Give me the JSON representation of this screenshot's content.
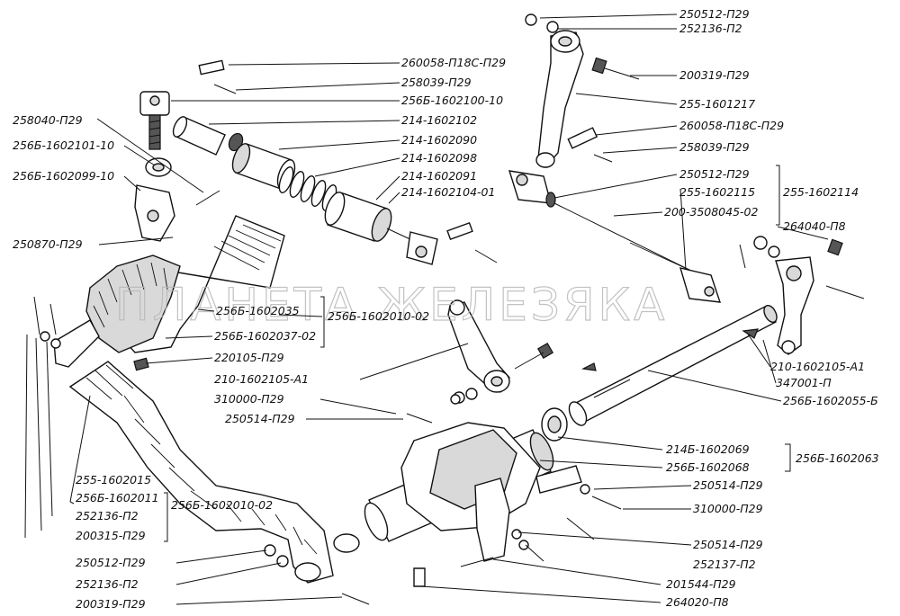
{
  "watermark": "ПЛАНЕТА ЖЕЛЕЗЯКА",
  "labels": {
    "l01": "250512-П29",
    "l02": "252136-П2",
    "l03": "260058-П18С-П29",
    "l04": "200319-П29",
    "l05": "258039-П29",
    "l06": "256Б-1602100-10",
    "l07": "255-1601217",
    "l08": "258040-П29",
    "l09": "214-1602102",
    "l10": "214-1602090",
    "l11": "260058-П18С-П29",
    "l12": "256Б-1602101-10",
    "l13": "214-1602098",
    "l14": "258039-П29",
    "l15": "214-1602091",
    "l16": "256Б-1602099-10",
    "l17": "250512-П29",
    "l18": "214-1602104-01",
    "l19": "255-1602115",
    "l20": "255-1602114",
    "l21": "200-3508045-02",
    "l22": "264040-П8",
    "l23": "250870-П29",
    "l24": "256Б-1602035",
    "l25": "256Б-1602010-02",
    "l26": "256Б-1602037-02",
    "l27": "220105-П29",
    "l28": "210-1602105-А1",
    "l29": "210-1602105-А1",
    "l30": "347001-П",
    "l31": "310000-П29",
    "l32": "256Б-1602055-Б",
    "l33": "250514-П29",
    "l34": "214Б-1602069",
    "l35": "256Б-1602063",
    "l36": "256Б-1602068",
    "l37": "250514-П29",
    "l38": "255-1602015",
    "l39": "256Б-1602011",
    "l40": "256Б-1602010-02",
    "l41": "310000-П29",
    "l42": "252136-П2",
    "l43": "200315-П29",
    "l44": "250514-П29",
    "l45": "250512-П29",
    "l46": "252137-П2",
    "l47": "252136-П2",
    "l48": "201544-П29",
    "l49": "200319-П29",
    "l50": "264020-П8"
  }
}
